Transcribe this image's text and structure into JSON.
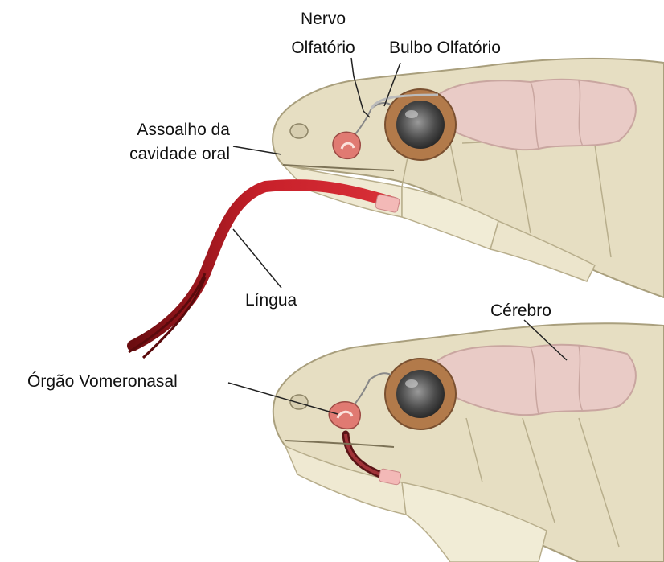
{
  "labels": {
    "nervo_olfatorio_line1": "Nervo",
    "nervo_olfatorio_line2": "Olfatório",
    "bulbo_olfatorio": "Bulbo Olfatório",
    "assoalho_line1": "Assoalho da",
    "assoalho_line2": "cavidade oral",
    "lingua": "Língua",
    "cerebro": "Cérebro",
    "orgao_vomeronasal": "Órgão Vomeronasal"
  },
  "colors": {
    "skin": "#e8e0c4",
    "scale_light": "#f1ecd6",
    "scale_line": "#b8ae8c",
    "brain": "#e9cbc6",
    "tongue": "#c8202a",
    "vomeronasal": "#e07a72",
    "eye_iris": "#b27a4a",
    "eye_pupil": "#3c3c3c"
  }
}
